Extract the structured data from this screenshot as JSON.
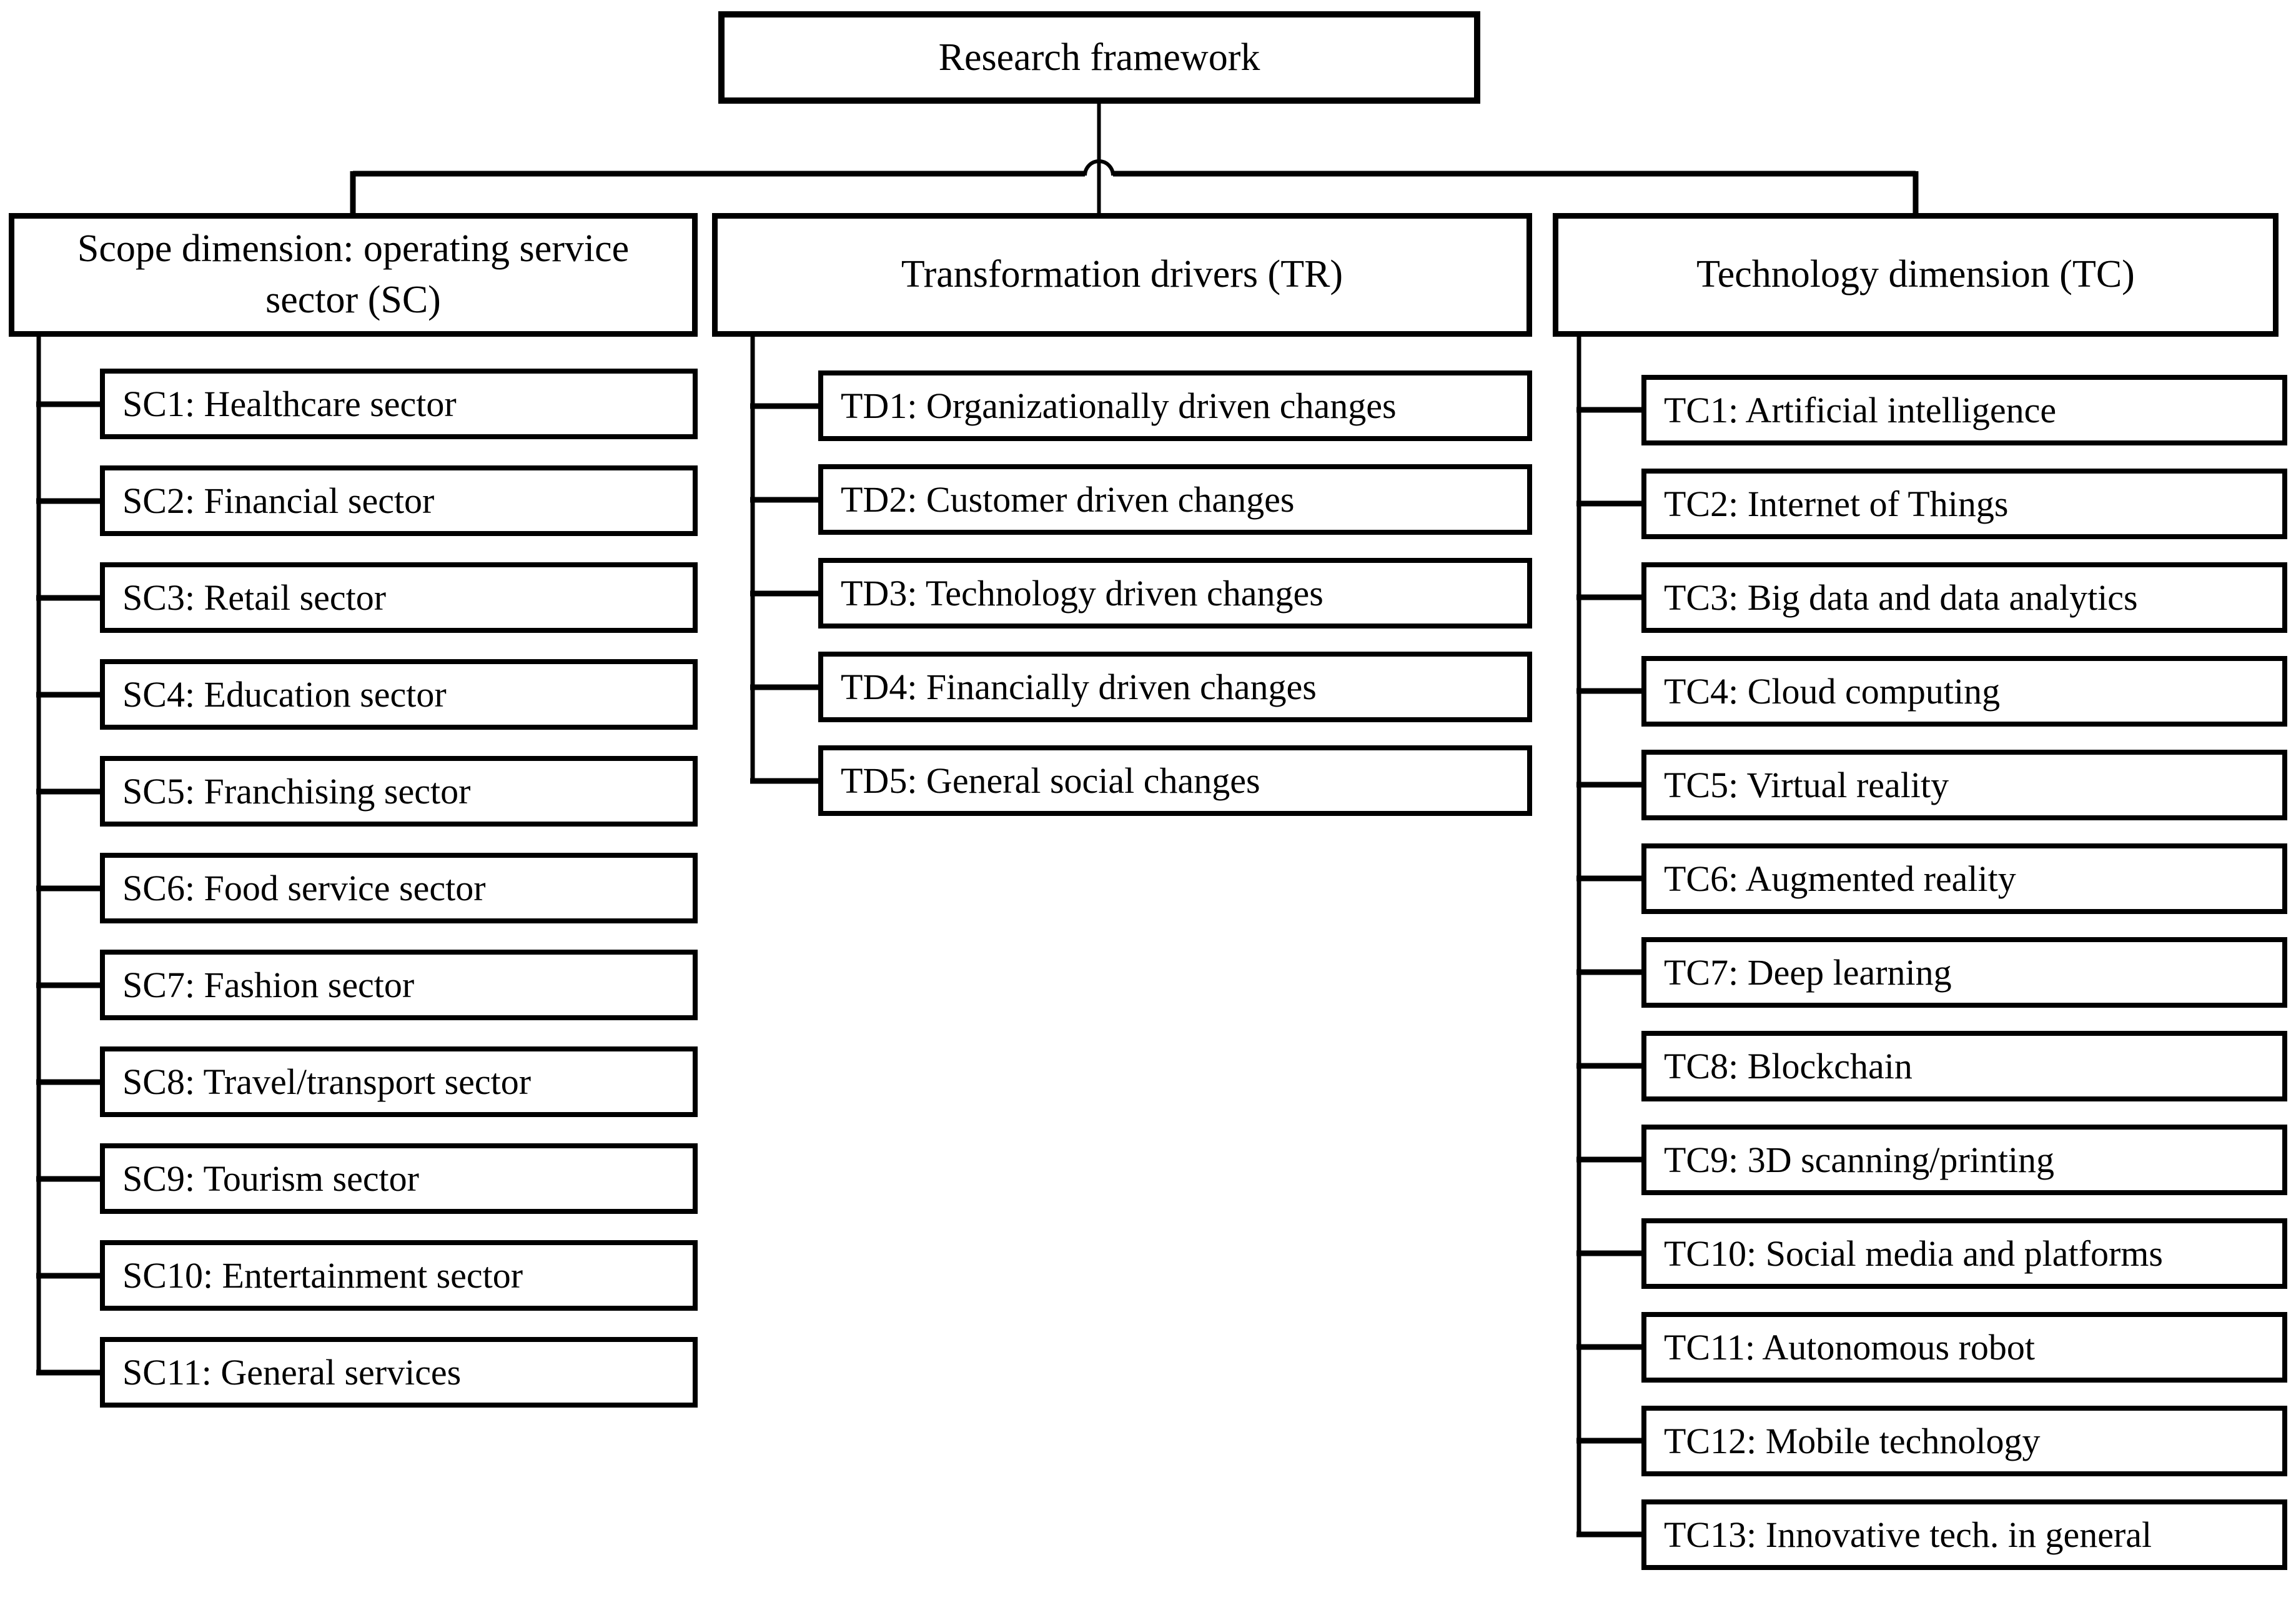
{
  "title": "Research framework",
  "colors": {
    "line": "#000000",
    "background": "#ffffff",
    "box_fill": "#ffffff",
    "text": "#000000"
  },
  "columns": [
    {
      "id": "SC",
      "header": "Scope dimension: operating service sector (SC)",
      "items": [
        "SC1: Healthcare sector",
        "SC2: Financial sector",
        "SC3: Retail sector",
        "SC4: Education sector",
        "SC5: Franchising sector",
        "SC6: Food service sector",
        "SC7: Fashion sector",
        "SC8: Travel/transport sector",
        "SC9: Tourism sector",
        "SC10: Entertainment sector",
        "SC11: General services"
      ]
    },
    {
      "id": "TR",
      "header": "Transformation drivers (TR)",
      "items": [
        "TD1: Organizationally driven changes",
        "TD2: Customer driven changes",
        "TD3: Technology driven changes",
        "TD4: Financially driven changes",
        "TD5: General social changes"
      ]
    },
    {
      "id": "TC",
      "header": "Technology dimension (TC)",
      "items": [
        "TC1: Artificial intelligence",
        "TC2: Internet of Things",
        "TC3: Big data and data analytics",
        "TC4: Cloud computing",
        "TC5: Virtual reality",
        "TC6: Augmented reality",
        "TC7: Deep learning",
        "TC8: Blockchain",
        "TC9: 3D scanning/printing",
        "TC10: Social media and platforms",
        "TC11: Autonomous robot",
        "TC12: Mobile technology",
        "TC13: Innovative tech. in general"
      ]
    }
  ]
}
